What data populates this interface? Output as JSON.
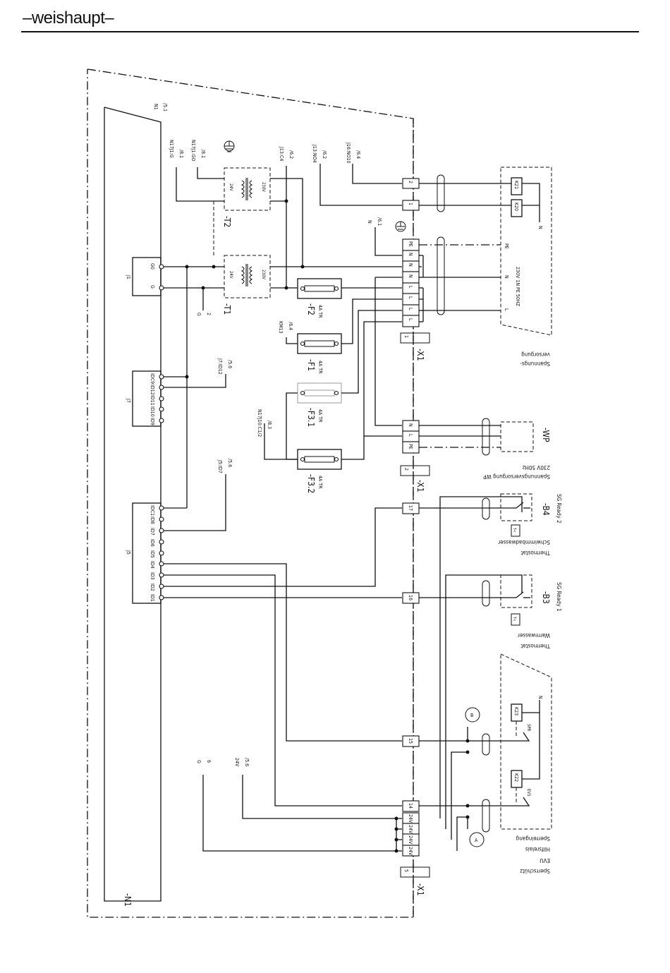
{
  "header": {
    "logo": "–weishaupt–"
  },
  "diagram": {
    "module_label": "-N1",
    "module_ref": [
      "N1",
      "/5.1"
    ],
    "connectors": {
      "j1": {
        "name": "J1",
        "pins": [
          "G0",
          "G"
        ]
      },
      "j7": {
        "name": "J7",
        "pins": [
          "IDC9",
          "ID12",
          "ID11",
          "ID10",
          "ID9"
        ]
      },
      "j5": {
        "name": "J5",
        "pins": [
          "IDC1",
          "ID8",
          "ID7",
          "ID6",
          "ID5",
          "ID4",
          "ID3",
          "ID2",
          "ID1"
        ]
      }
    },
    "cross_refs": {
      "n17_j1_g": [
        "N17J1:G",
        "/8.1"
      ],
      "n17_j1_go": [
        "N17J1:GO",
        "/8.1"
      ],
      "j13_c4": [
        "J13:C4",
        "/6.2"
      ],
      "j13_no4": [
        "J13:NO4",
        "/6.2"
      ],
      "j16_no10": [
        "J16:NO10",
        "/6.4"
      ],
      "n_61": [
        "N",
        "/6.1"
      ],
      "km13": [
        "KM13",
        "/6.4"
      ],
      "j7_id12": [
        "J7:ID12",
        "/5.6"
      ],
      "n17_j10": [
        "N17J10:C1/2",
        "/8.3"
      ],
      "j5_id7": [
        "J5:ID7",
        "/5.6"
      ],
      "g2": [
        "G",
        "2"
      ],
      "g6": [
        "G",
        "6"
      ],
      "v24": [
        "24V",
        "/5.6"
      ]
    },
    "transformers": [
      {
        "id": "-T2",
        "primary": "230V",
        "secondary": "24V"
      },
      {
        "id": "-T1",
        "primary": "230V",
        "secondary": "24V"
      }
    ],
    "fuses": [
      {
        "id": "-F2",
        "rating": "4A TR"
      },
      {
        "id": "-F1",
        "rating": "4A TR"
      },
      {
        "id": "-F3.1",
        "rating": "4A TR"
      },
      {
        "id": "-F3.2",
        "rating": "4A TR"
      }
    ],
    "terminals": {
      "strip_label": "-X1",
      "group1": [
        "2",
        "1"
      ],
      "supply": [
        "PE",
        "N",
        "N",
        "N",
        "L",
        "L",
        "L",
        "L"
      ],
      "wp": [
        "N",
        "L",
        "PE"
      ],
      "t17": "17",
      "t16": "16",
      "t15": "15",
      "t14": "14",
      "v24": [
        "24V",
        "24V",
        "24V",
        "24V"
      ],
      "strip_tags": [
        "1",
        "2",
        "5"
      ]
    },
    "relays": {
      "k21": "K21",
      "k20": "K20",
      "k23": "K23",
      "k22": "K22",
      "spr": "SPR",
      "evs": "EVS",
      "n": "N"
    },
    "supply": {
      "pe": "PE",
      "n": "N",
      "l": "L",
      "spec": "230V 1N PE 50HZ",
      "title": [
        "Spannungs-",
        "versorgung"
      ]
    },
    "wp": {
      "id": "-WP",
      "spec": "230V 50Hz",
      "title": "Spannungsversorgung WP"
    },
    "sg_ready": [
      {
        "id": "-B4",
        "name": "SG Ready 2",
        "desc": [
          "Thermostat",
          "Schwimmbadwasser"
        ],
        "sensor": "T<"
      },
      {
        "id": "-B3",
        "name": "SG Ready 1",
        "desc": [
          "Thermostat",
          "Warmwasser"
        ],
        "sensor": "T<"
      }
    ],
    "evu": {
      "marker_a": "A",
      "marker_b": "B",
      "lines": [
        "Sperrschütz",
        "EVU",
        "Hilfsrelais",
        "Sperreingang"
      ]
    }
  }
}
